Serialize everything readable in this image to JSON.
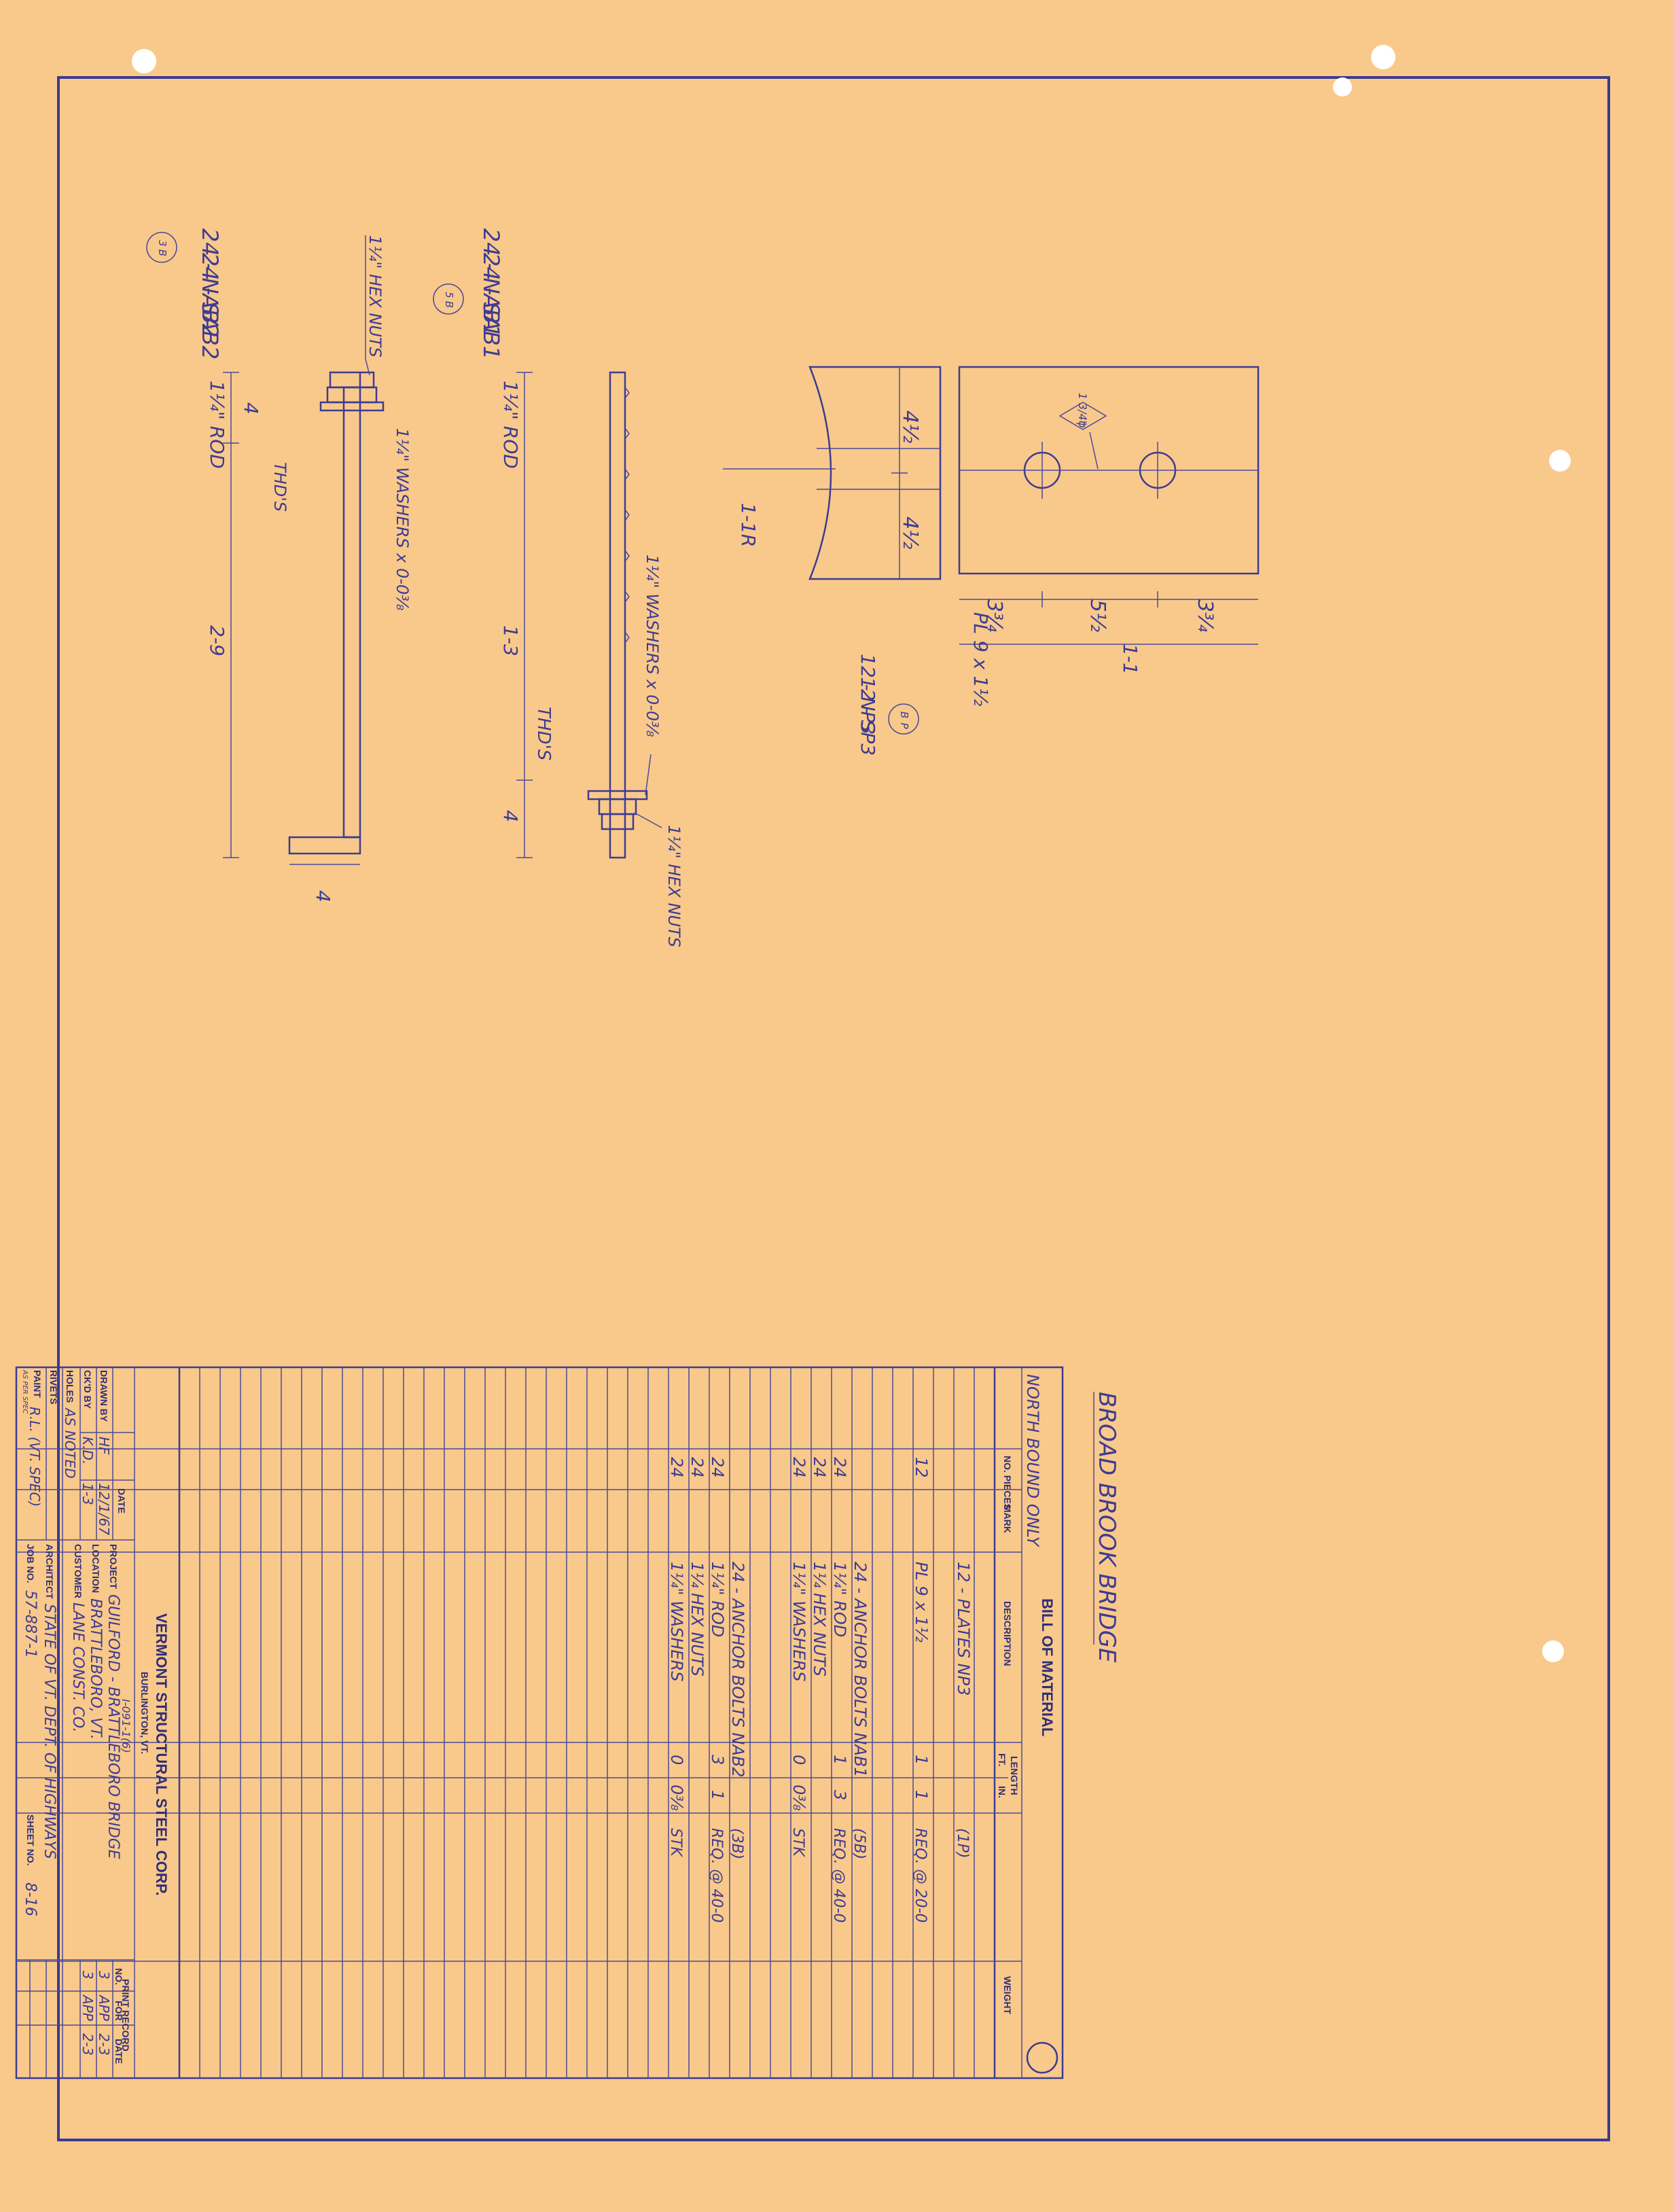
{
  "project_note": "BROAD BROOK BRIDGE",
  "details": {
    "plate": {
      "marks": [
        "12 - NP3",
        "12 - SP3"
      ],
      "section_callout": "1-1R",
      "hole_note_line1": "1 3/4\"",
      "hole_note_line2": "φ",
      "dimensions": {
        "height_top": "4½",
        "height_bottom": "4½",
        "left_edge": "3¾",
        "hole_spacing": "5½",
        "right_edge": "3¾"
      },
      "size": "PL 9 x 1½",
      "length": "1-1",
      "detail_ref_letter": "B",
      "detail_ref_num": "P"
    },
    "straight_bolt": {
      "marks": [
        "24 - NAB1",
        "24 - SAB1"
      ],
      "rod": "1¼\" ROD",
      "washer": "1¼\" WASHERS x 0-0⅜",
      "thread": "THD'S",
      "thread_len": "4",
      "length": "1-3",
      "nuts": "1¼\" HEX NUTS",
      "detail_ref_num": "5",
      "detail_ref_letter": "B"
    },
    "hooked_bolt": {
      "marks": [
        "24 - NAB2",
        "24 - SAB2"
      ],
      "rod": "1¼\" ROD",
      "nuts": "1¼\" HEX NUTS",
      "washer": "1¼\" WASHERS x 0-0⅜",
      "thread": "THD'S",
      "thread_len": "4",
      "length": "2-9",
      "hook": "4",
      "detail_ref_num": "3",
      "detail_ref_letter": "B"
    }
  },
  "bill_of_material": {
    "title": "BILL OF MATERIAL",
    "subtitle": "NORTH BOUND ONLY",
    "headers": {
      "no_pieces": "NO. PIECES",
      "mark": "MARK",
      "description": "DESCRIPTION",
      "length": "LENGTH",
      "ft": "FT.",
      "in": "IN.",
      "weight": "WEIGHT"
    },
    "rows": [
      {
        "no": "",
        "desc": "12 - PLATES     NP3",
        "ft": "",
        "inch": "",
        "note": "(1P)"
      },
      {
        "no": "12",
        "desc": "PL 9 x 1½",
        "ft": "1",
        "inch": "1",
        "note": "REQ. @ 20-0"
      },
      {
        "no": "",
        "desc": "24 - ANCHOR BOLTS     NAB1",
        "ft": "",
        "inch": "",
        "note": "(5B)"
      },
      {
        "no": "24",
        "desc": "1¼\" ROD",
        "ft": "1",
        "inch": "3",
        "note": "REQ. @ 40-0"
      },
      {
        "no": "24",
        "desc": "1¼ HEX NUTS",
        "ft": "",
        "inch": "",
        "note": ""
      },
      {
        "no": "24",
        "desc": "1¼\" WASHERS",
        "ft": "0",
        "inch": "0⅜",
        "note": "STK"
      },
      {
        "no": "",
        "desc": "24 - ANCHOR BOLTS     NAB2",
        "ft": "",
        "inch": "",
        "note": "(3B)"
      },
      {
        "no": "24",
        "desc": "1¼\" ROD",
        "ft": "3",
        "inch": "1",
        "note": "REQ. @ 40-0"
      },
      {
        "no": "24",
        "desc": "1¼ HEX NUTS",
        "ft": "",
        "inch": "",
        "note": ""
      },
      {
        "no": "24",
        "desc": "1¼\" WASHERS",
        "ft": "0",
        "inch": "0⅜",
        "note": "STK"
      }
    ]
  },
  "title_block": {
    "company": "VERMONT STRUCTURAL STEEL CORP.",
    "city": "BURLINGTON, VT.",
    "drawn_by_label": "DRAWN BY",
    "drawn_by": "HF",
    "drawn_date": "12/1/67",
    "ckd_by_label": "CK'D BY",
    "ckd_by": "K.D.",
    "ckd_date": "1-3",
    "date_label": "DATE",
    "holes_label": "HOLES",
    "holes": "AS NOTED",
    "rivets_label": "RIVETS",
    "paint_label": "PAINT",
    "paint_small": "AS PER SPEC",
    "paint": "R.L. (VT. SPEC)",
    "project_label": "PROJECT",
    "project": "GUILFORD - BRATTLEBORO BRIDGE",
    "project_num": "I-091-1(6)",
    "location_label": "LOCATION",
    "location": "BRATTLEBORO, VT.",
    "customer_label": "CUSTOMER",
    "customer": "LANE CONST. CO.",
    "architect_label": "ARCHITECT",
    "architect": "STATE OF VT. DEPT. OF HIGHWAYS",
    "job_label": "JOB NO.",
    "job": "57-887-1",
    "sheet_label": "SHEET NO.",
    "sheet": "8-16"
  },
  "print_record": {
    "title": "PRINT RECORD",
    "no_label": "NO.",
    "for_label": "FOR",
    "date_label": "DATE",
    "rows": [
      {
        "no": "3",
        "for": "APP",
        "date": "2-3"
      },
      {
        "no": "3",
        "for": "APP",
        "date": "2-3"
      }
    ]
  }
}
